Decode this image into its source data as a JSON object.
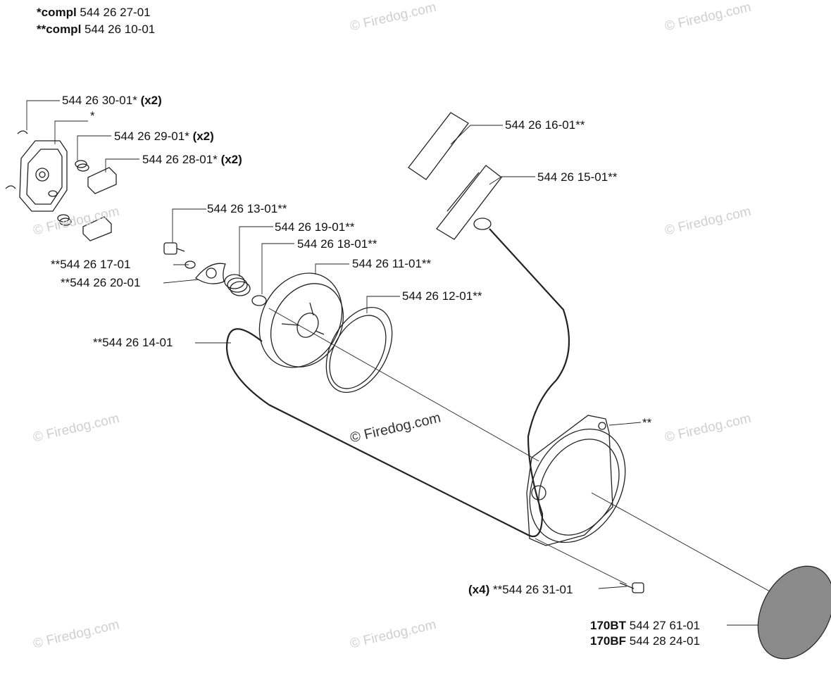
{
  "header": {
    "compl1_prefix": "*compl",
    "compl1_number": "544 26 27-01",
    "compl2_prefix": "**compl",
    "compl2_number": "544 26 10-01"
  },
  "labels": {
    "part_3001": "544 26 30-01*",
    "part_3001_qty": "(x2)",
    "star": "*",
    "part_2901": "544 26 29-01*",
    "part_2901_qty": "(x2)",
    "part_2801": "544 26 28-01*",
    "part_2801_qty": "(x2)",
    "part_1601": "544 26 16-01**",
    "part_1501": "544 26 15-01**",
    "part_1301": "544 26 13-01**",
    "part_1901": "544 26 19-01**",
    "part_1801": "544 26 18-01**",
    "part_1701": "**544 26 17-01",
    "part_1101": "544 26 11-01**",
    "part_2001": "**544 26 20-01",
    "part_1201": "544 26 12-01**",
    "part_1401": "**544 26 14-01",
    "housing": "**",
    "part_3101_qty": "(x4)",
    "part_3101": "**544 26 31-01",
    "model1_name": "170BT",
    "model1_number": "544 27 61-01",
    "model2_name": "170BF",
    "model2_number": "544 28 24-01"
  },
  "watermark": {
    "text": "© Firedog.com"
  },
  "colors": {
    "line": "#222222",
    "watermark": "#cfcfcf",
    "decal_fill": "#8a8a8a"
  }
}
